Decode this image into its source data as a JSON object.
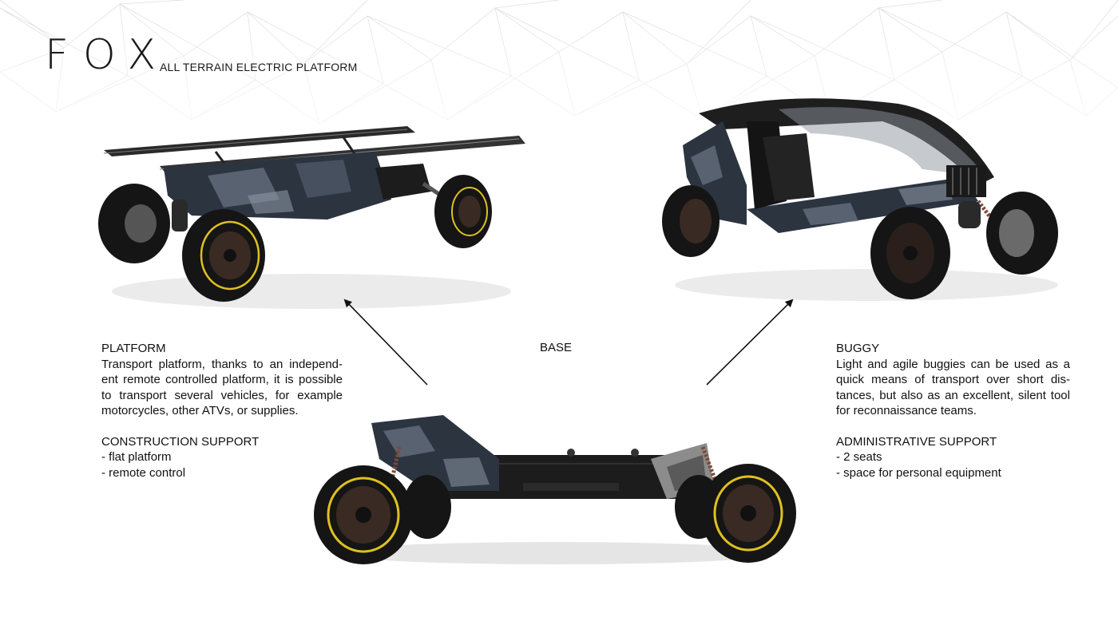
{
  "header": {
    "title": "FOX",
    "subtitle": "ALL TERRAIN ELECTRIC PLATFORM"
  },
  "center": {
    "label": "BASE"
  },
  "left_block": {
    "heading": "PLATFORM",
    "paragraph": "Transport platform, thanks to an independ-ent remote controlled platform, it is possible to transport several vehicles, for example motorcycles, other ATVs, or supplies.",
    "support_heading": "CONSTRUCTION SUPPORT",
    "items": [
      "- flat platform",
      "- remote control"
    ]
  },
  "right_block": {
    "heading": "BUGGY",
    "paragraph": "Light and agile buggies can be used as a quick means of transport over short dis-tances, but also as an excellent, silent tool for reconnaissance teams.",
    "support_heading": "ADMINISTRATIVE SUPPORT",
    "items": [
      "- 2 seats",
      "- space for personal equipment"
    ]
  },
  "colors": {
    "tire": "#151515",
    "rim_accent": "#e0c020",
    "camo_dark": "#2c3440",
    "camo_light": "#6b7684",
    "frame": "#1c1c1c"
  }
}
